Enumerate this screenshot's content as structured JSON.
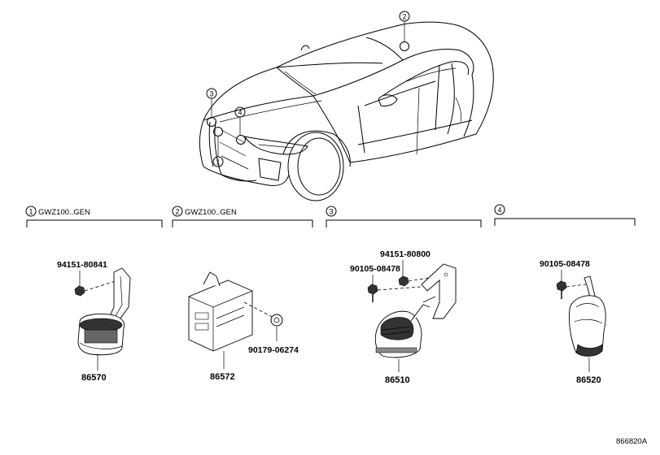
{
  "callouts": [
    "1",
    "2",
    "3",
    "4"
  ],
  "groups": [
    {
      "num": "1",
      "label": "GWZ100..GEN"
    },
    {
      "num": "2",
      "label": "GWZ100..GEN"
    },
    {
      "num": "3",
      "label": ""
    },
    {
      "num": "4",
      "label": ""
    }
  ],
  "parts": {
    "g1_bolt": "94151-80841",
    "g1_main": "86570",
    "g2_nut": "90179-06274",
    "g2_main": "86572",
    "g3_bolt_a": "94151-80800",
    "g3_bolt_b": "90105-08478",
    "g3_main": "86510",
    "g4_bolt": "90105-08478",
    "g4_main": "86520"
  },
  "diagram_id": "866820A"
}
